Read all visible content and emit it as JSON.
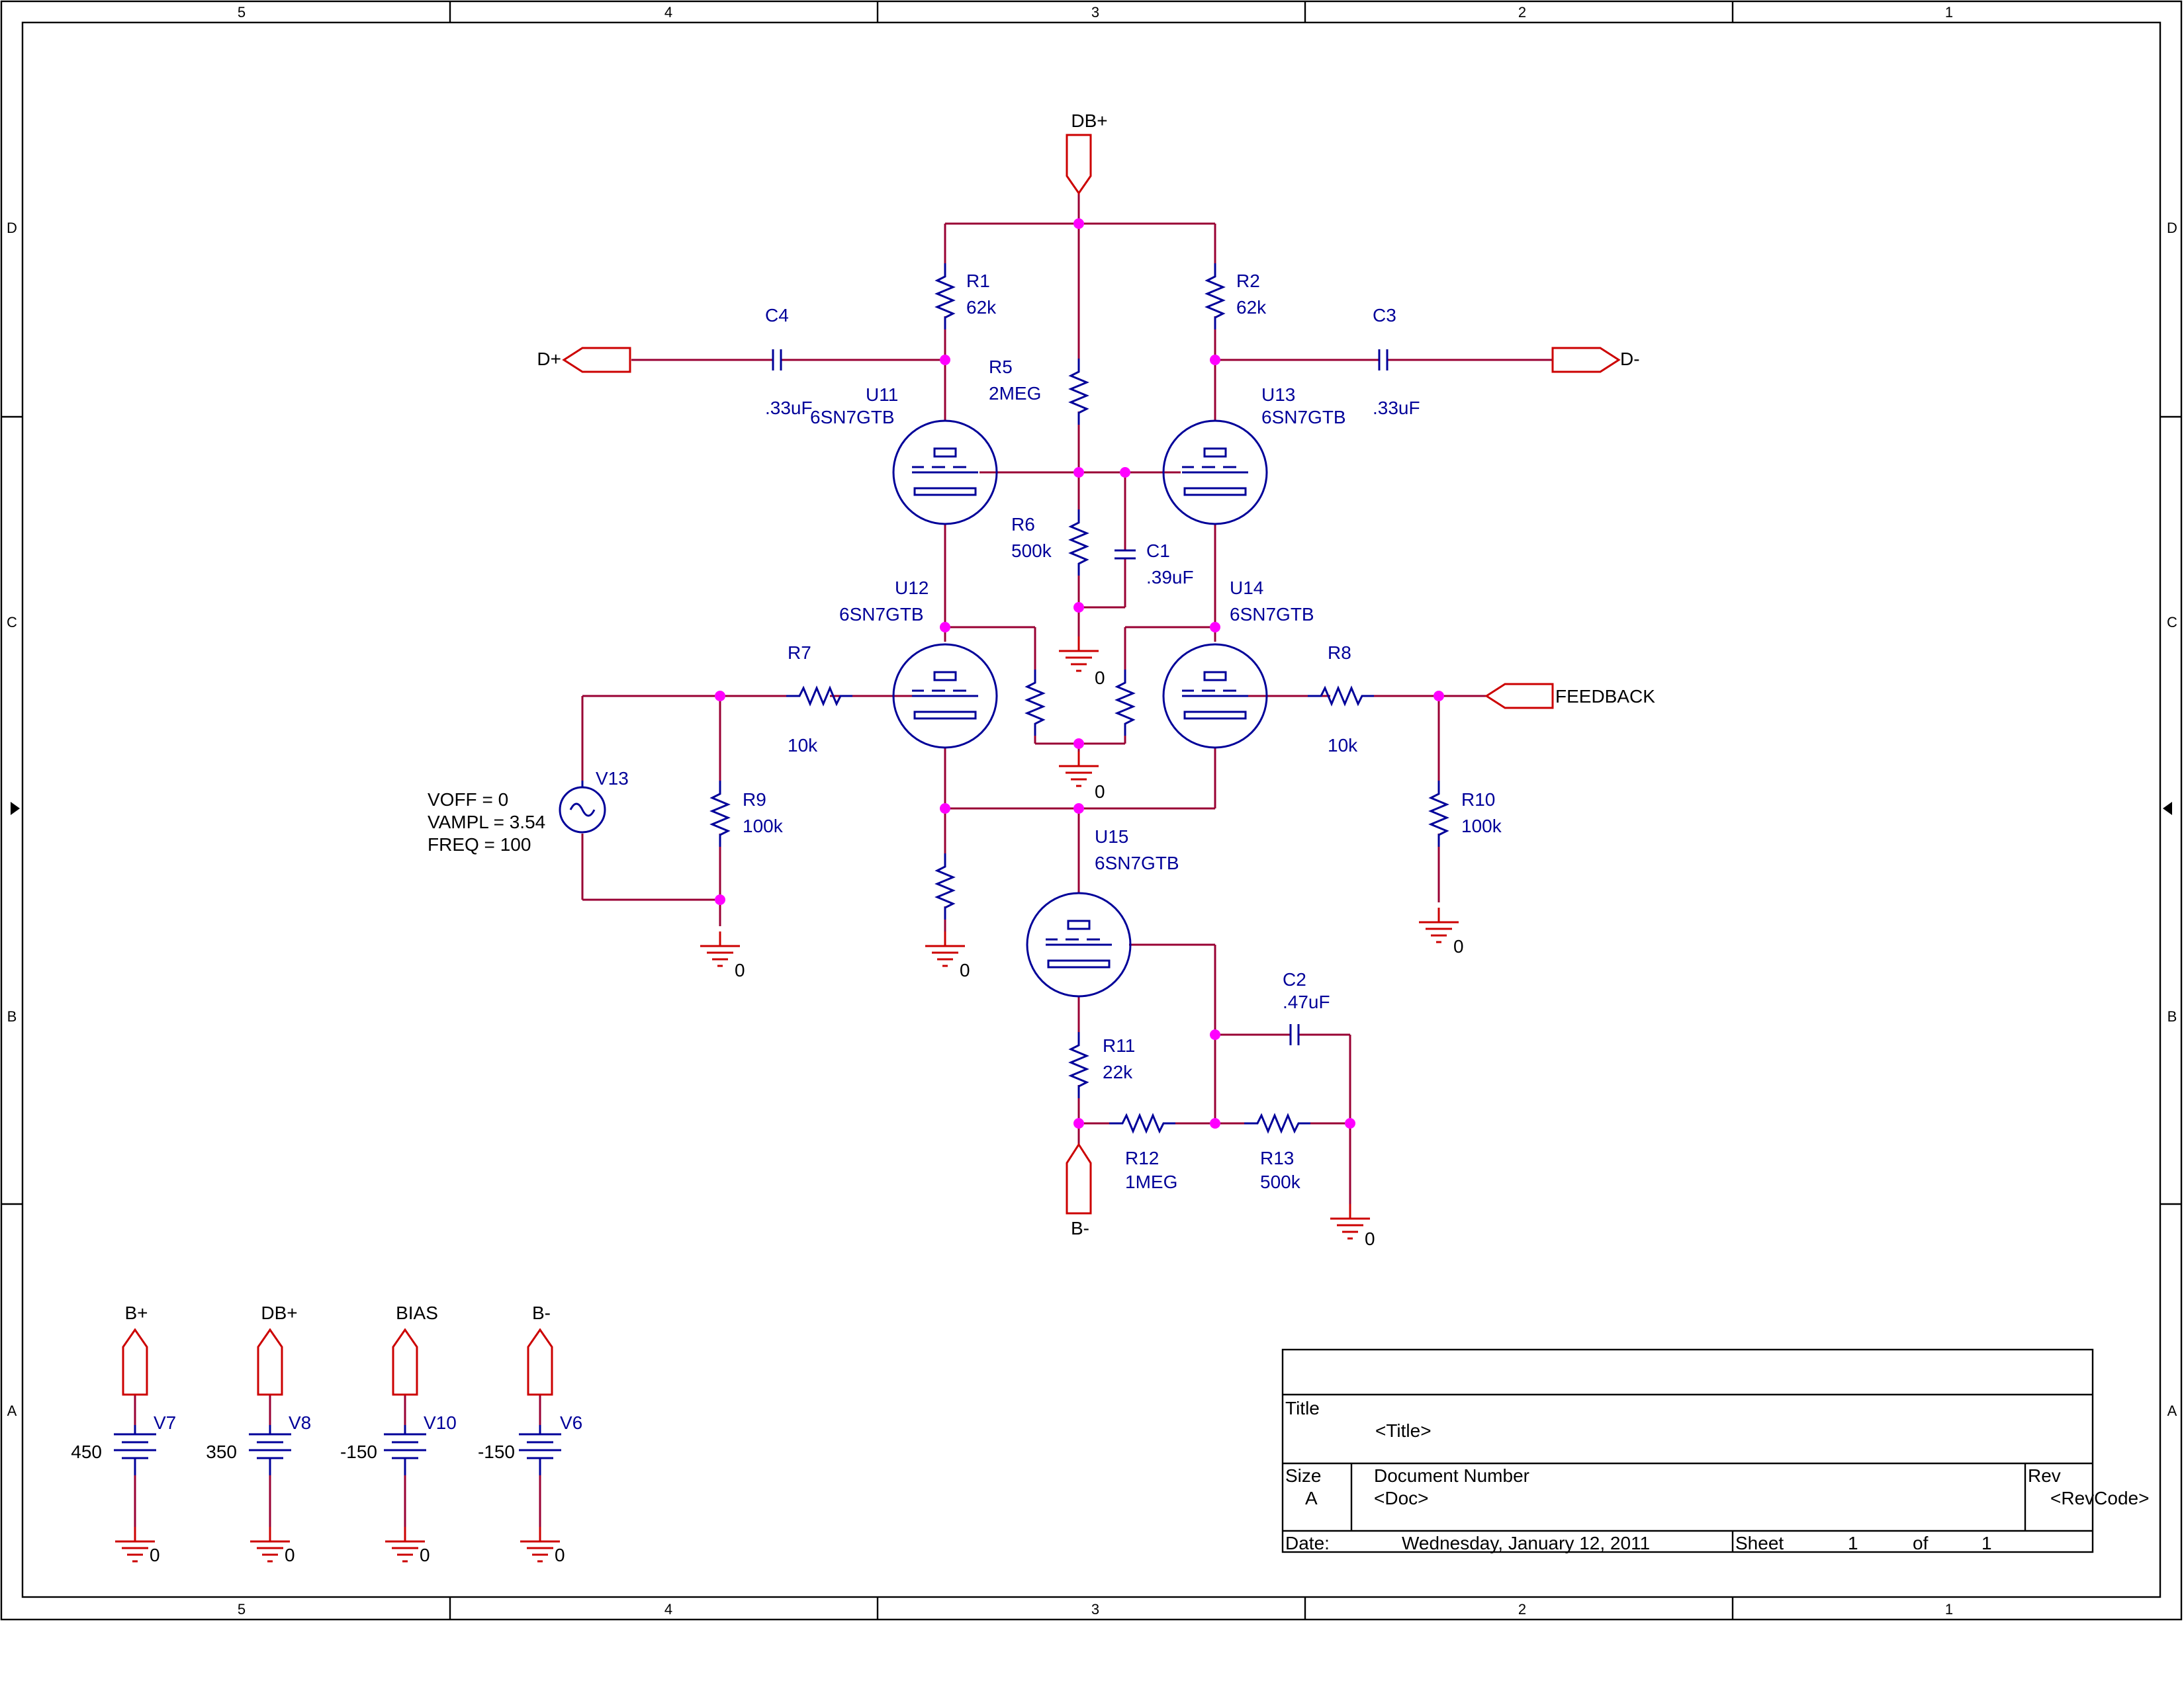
{
  "border": {
    "columns": [
      "5",
      "4",
      "3",
      "2",
      "1"
    ],
    "rows": [
      "D",
      "C",
      "B",
      "A"
    ]
  },
  "ports": {
    "db_top": "DB+",
    "d_plus": "D+",
    "d_minus": "D-",
    "feedback": "FEEDBACK",
    "b_minus": "B-"
  },
  "parts": {
    "r1": {
      "ref": "R1",
      "value": "62k"
    },
    "r2": {
      "ref": "R2",
      "value": "62k"
    },
    "r5": {
      "ref": "R5",
      "value": "2MEG"
    },
    "r6": {
      "ref": "R6",
      "value": "500k"
    },
    "r7": {
      "ref": "R7",
      "value": "10k"
    },
    "r8": {
      "ref": "R8",
      "value": "10k"
    },
    "r9": {
      "ref": "R9",
      "value": "100k"
    },
    "r10": {
      "ref": "R10",
      "value": "100k"
    },
    "r11": {
      "ref": "R11",
      "value": "22k"
    },
    "r12": {
      "ref": "R12",
      "value": "1MEG"
    },
    "r13": {
      "ref": "R13",
      "value": "500k"
    },
    "c1": {
      "ref": "C1",
      "value": ".39uF"
    },
    "c2": {
      "ref": "C2",
      "value": ".47uF"
    },
    "c3": {
      "ref": "C3",
      "value": ".33uF"
    },
    "c4": {
      "ref": "C4",
      "value": ".33uF"
    },
    "u11": {
      "ref": "U11",
      "value": "6SN7GTB"
    },
    "u12": {
      "ref": "U12",
      "value": "6SN7GTB"
    },
    "u13": {
      "ref": "U13",
      "value": "6SN7GTB"
    },
    "u14": {
      "ref": "U14",
      "value": "6SN7GTB"
    },
    "u15": {
      "ref": "U15",
      "value": "6SN7GTB"
    },
    "v13": {
      "ref": "V13",
      "voff": "VOFF = 0",
      "vampl": "VAMPL = 3.54",
      "freq": "FREQ = 100"
    }
  },
  "ground_label": "0",
  "supplies": [
    {
      "port": "B+",
      "ref": "V7",
      "value": "450"
    },
    {
      "port": "DB+",
      "ref": "V8",
      "value": "350"
    },
    {
      "port": "BIAS",
      "ref": "V10",
      "value": "-150"
    },
    {
      "port": "B-",
      "ref": "V6",
      "value": "-150"
    }
  ],
  "title_block": {
    "title_label": "Title",
    "title_value": "<Title>",
    "size_label": "Size",
    "size_value": "A",
    "docnum_label": "Document Number",
    "docnum_value": "<Doc>",
    "rev_label": "Rev",
    "rev_value": "<RevCode>",
    "date_label": "Date:",
    "date_value": "Wednesday, January 12, 2011",
    "sheet_label": "Sheet",
    "sheet_value": "1",
    "of_label": "of",
    "of_value": "1"
  },
  "colors": {
    "wire": "#990033",
    "part": "#000099",
    "port": "#cc0000",
    "junction": "#ff00ff"
  }
}
